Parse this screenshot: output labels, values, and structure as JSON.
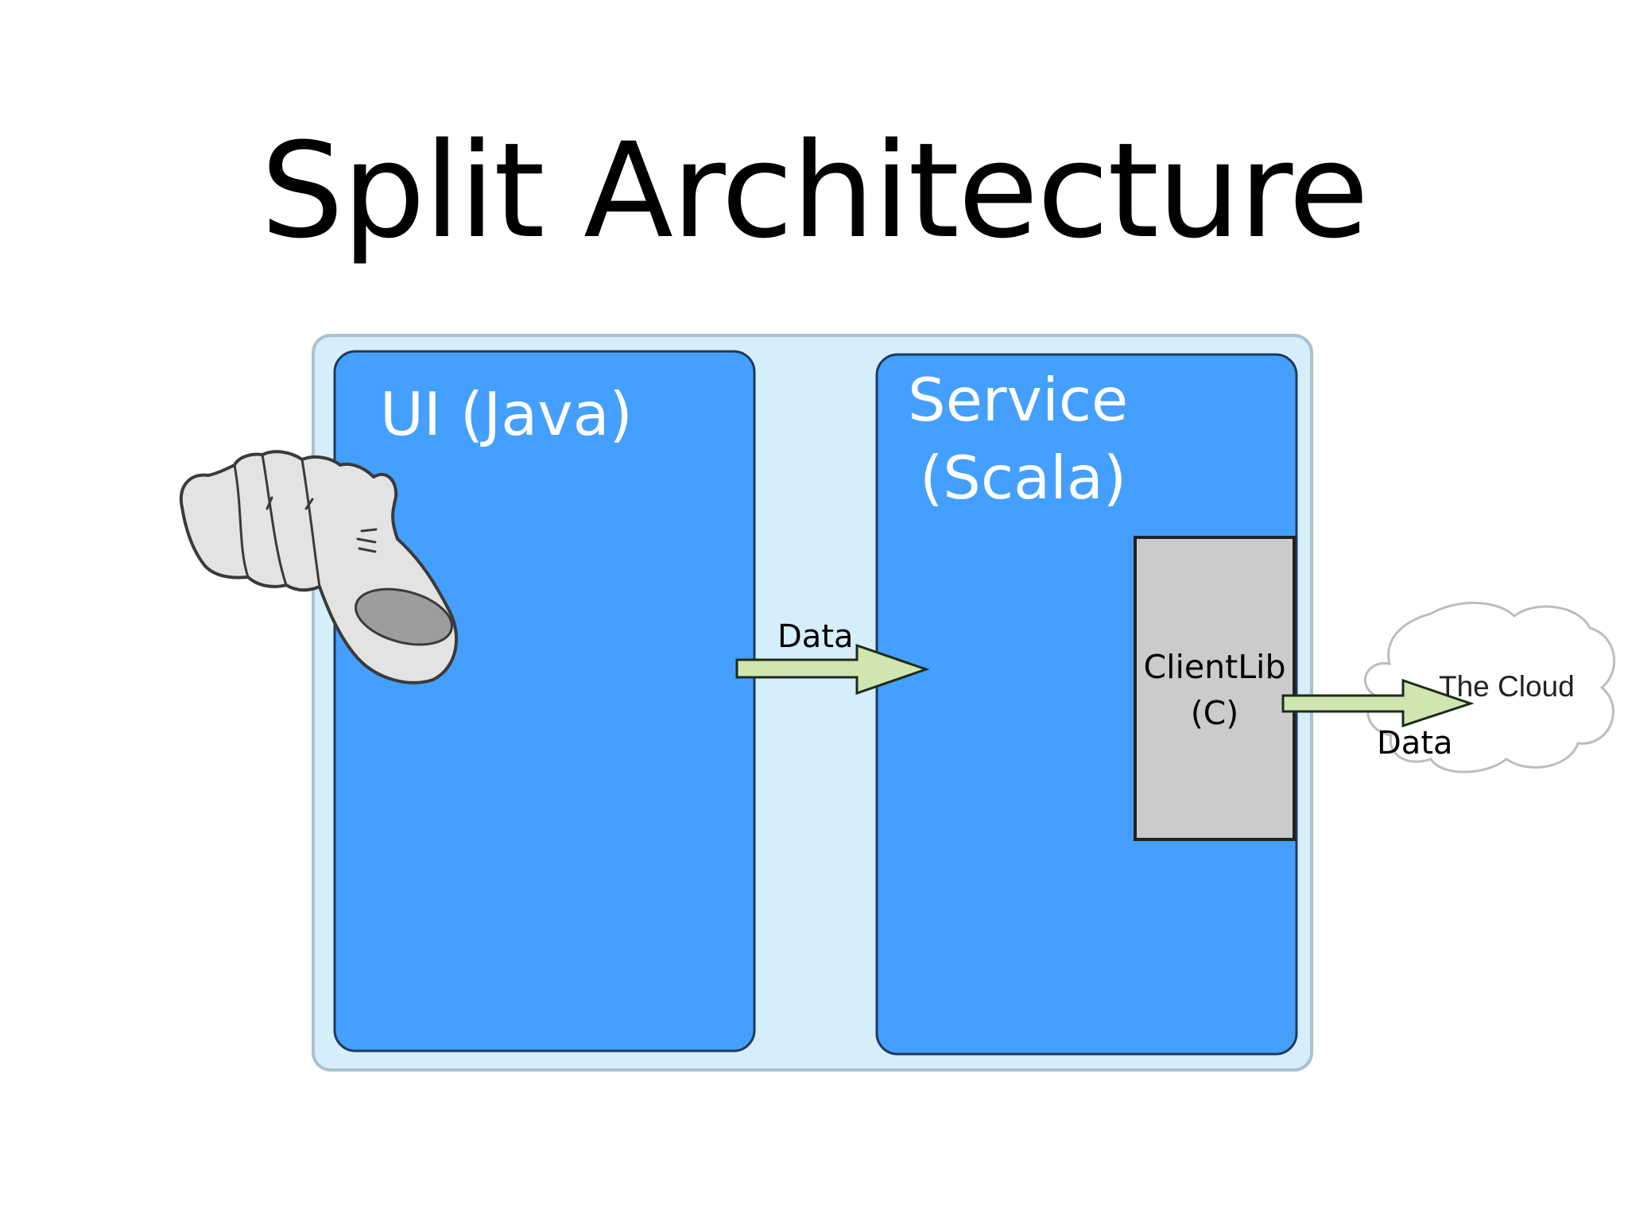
{
  "title": "Split Architecture",
  "boxes": {
    "ui": {
      "label": "UI (Java)"
    },
    "service": {
      "line1": "Service",
      "line2": "(Scala)"
    },
    "clientlib": {
      "line1": "ClientLib",
      "line2": "(C)"
    }
  },
  "arrows": {
    "ui_to_service": {
      "label": "Data"
    },
    "clientlib_to_cloud": {
      "label": "Data"
    }
  },
  "cloud": {
    "label": "The Cloud"
  },
  "colors": {
    "outer_fill": "#d6eefa",
    "box_fill": "#449ffe",
    "clientlib_fill": "#cbcbcb",
    "arrow_fill": "#cfe6b0",
    "hand_fill": "#e3e3e3"
  },
  "icons": {
    "pointer": "pointing-hand-icon",
    "cloud": "cloud-icon"
  }
}
